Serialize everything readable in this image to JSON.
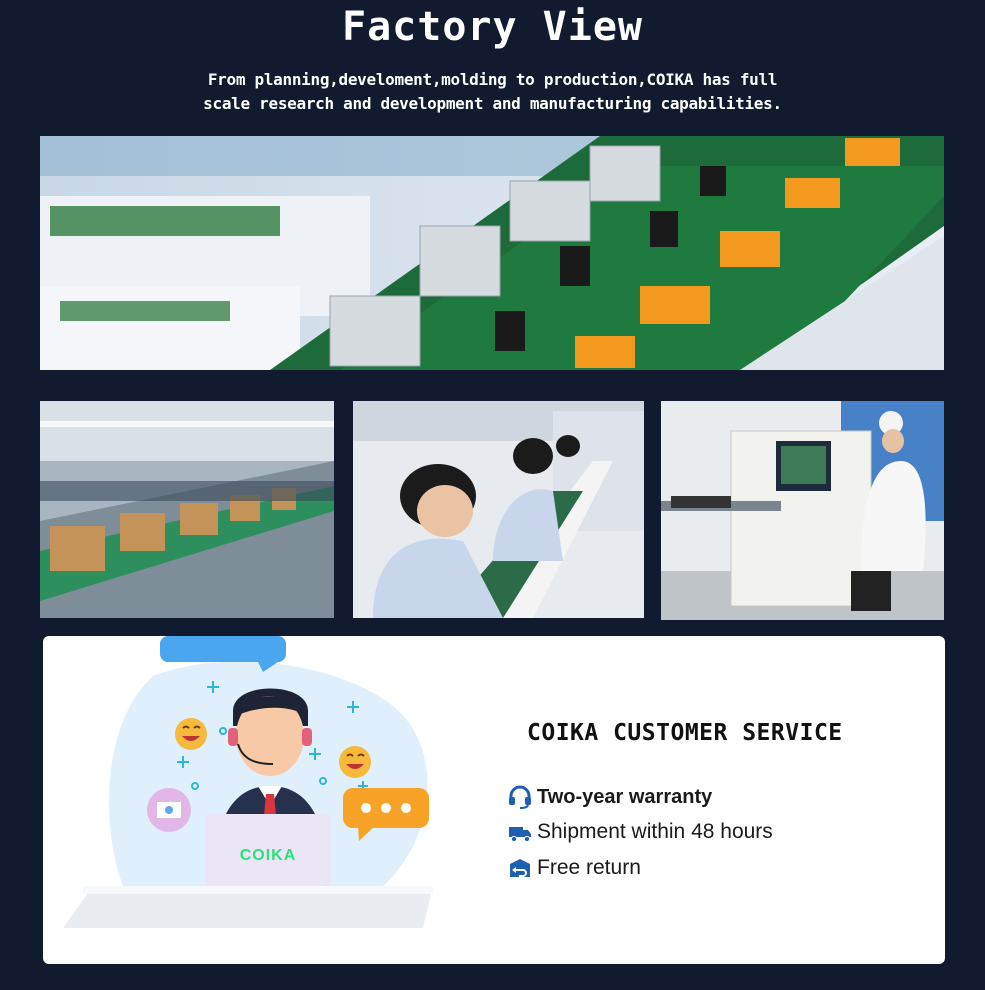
{
  "header": {
    "title": "Factory View",
    "subtitle_line1": "From planning,develoment,molding to production,COIKA has full",
    "subtitle_line2": "scale research and development and manufacturing capabilities."
  },
  "service": {
    "title": "COIKA CUSTOMER SERVICE",
    "laptop_brand": "COIKA",
    "features": [
      {
        "label": "Two-year warranty",
        "icon": "headset-icon"
      },
      {
        "label": "Shipment within 48 hours",
        "icon": "truck-icon"
      },
      {
        "label": "Free return",
        "icon": "return-box-icon"
      }
    ]
  },
  "colors": {
    "background": "#121a30",
    "card": "#ffffff",
    "accent_blue": "#1e5fb0",
    "bubble_blue": "#4aa6ee",
    "bubble_orange": "#f6a327",
    "laptop_text": "#2ee07a"
  }
}
